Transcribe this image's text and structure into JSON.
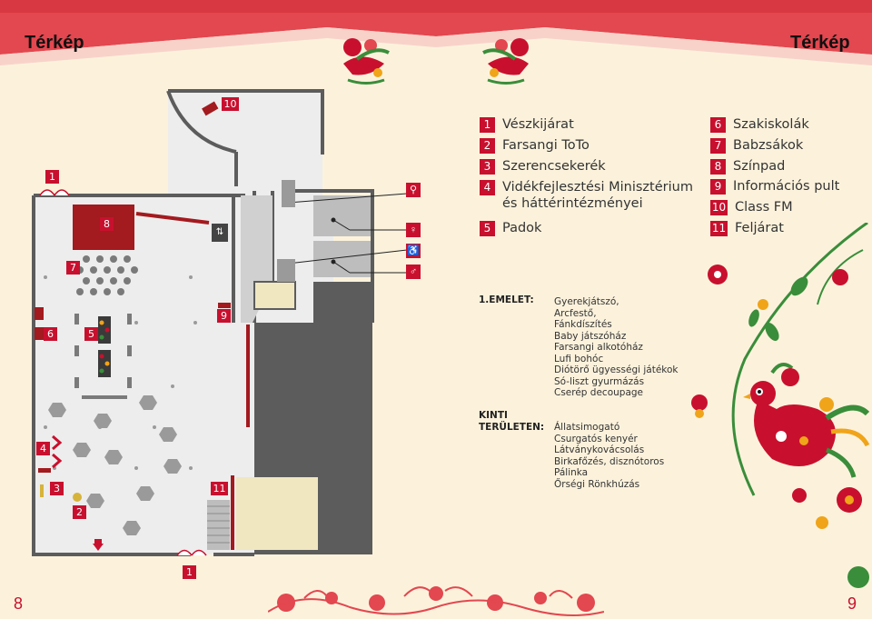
{
  "header": {
    "left_title": "Térkép",
    "right_title": "Térkép"
  },
  "legend_left": [
    {
      "num": "1",
      "label": "Vészkijárat"
    },
    {
      "num": "2",
      "label": "Farsangi ToTo"
    },
    {
      "num": "3",
      "label": "Szerencsekerék"
    },
    {
      "num": "4",
      "label": "Vidékfejlesztési Minisztérium és háttérintézményei"
    },
    {
      "num": "5",
      "label": "Padok"
    }
  ],
  "legend_right": [
    {
      "num": "6",
      "label": "Szakiskolák"
    },
    {
      "num": "7",
      "label": "Babzsákok"
    },
    {
      "num": "8",
      "label": "Színpad"
    },
    {
      "num": "9",
      "label": "Információs pult"
    },
    {
      "num": "10",
      "label": "Class FM"
    },
    {
      "num": "11",
      "label": "Feljárat"
    }
  ],
  "floor1": {
    "label": "1.EMELET:",
    "items": [
      "Gyerekjátszó,",
      "Arcfestő,",
      "Fánkdíszítés",
      "Baby játszóház",
      "Farsangi alkotóház",
      "Lufi bohóc",
      "Diótörő ügyességi játékok",
      "Só-liszt gyurmázás",
      "Cserép decoupage"
    ]
  },
  "outdoor": {
    "label_line1": "KINTI",
    "label_line2": "TERÜLETEN:",
    "items": [
      "Állatsimogató",
      "Csurgatós kenyér",
      "Látványkovácsolás",
      "Birkafőzés, disznótoros",
      "Pálinka",
      "Őrségi Rönkhúzás"
    ]
  },
  "map_numbers": {
    "n1_top": "1",
    "n1_bottom": "1",
    "n2": "2",
    "n3": "3",
    "n4": "4",
    "n5": "5",
    "n6": "6",
    "n7": "7",
    "n8": "8",
    "n9": "9",
    "n10": "10",
    "n11": "11"
  },
  "pages": {
    "left": "8",
    "right": "9"
  },
  "icons": {
    "restroom_family": "family-restroom-icon",
    "restroom_women": "women-restroom-icon",
    "restroom_accessible": "wheelchair-icon",
    "restroom_men": "men-restroom-icon",
    "elevator": "elevator-icon"
  },
  "colors": {
    "accent": "#c8102e",
    "background": "#fcf2dc",
    "header_band": "#e3474f",
    "wall": "#5c5c5c"
  }
}
